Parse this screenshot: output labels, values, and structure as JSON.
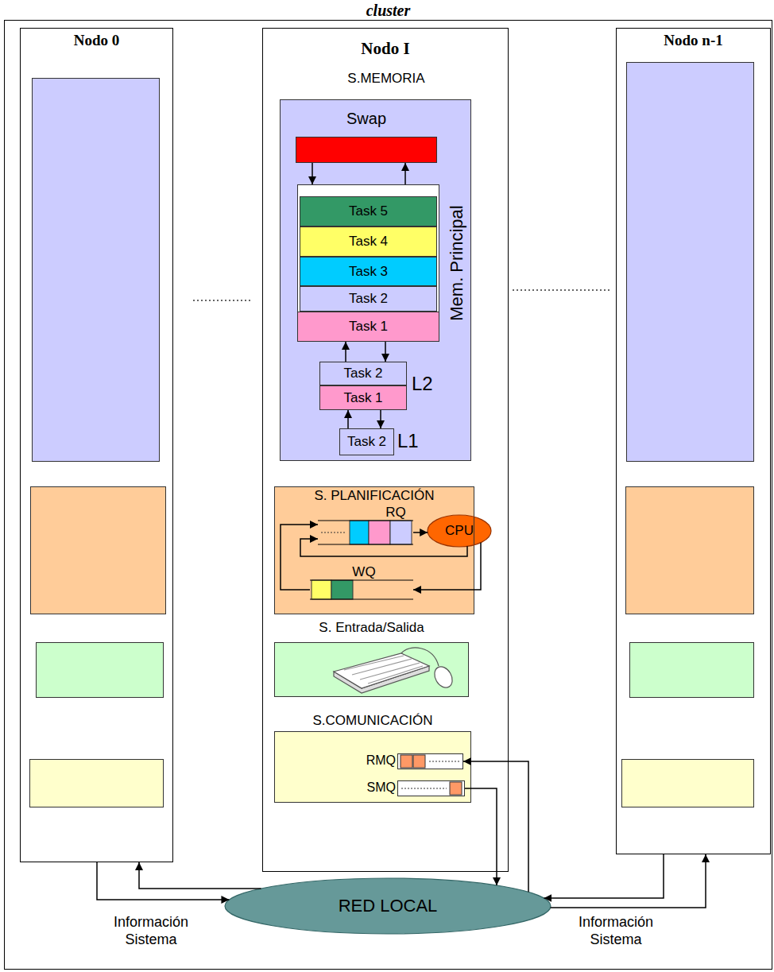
{
  "diagram": {
    "nodes": [
      {
        "text": [
          "cluster"
        ]
      },
      {
        "text": [
          "Nodo 0"
        ],
        "in": 0
      },
      {
        "text": [
          "Nodo I"
        ],
        "in": 0
      },
      {
        "text": [
          "S.MEMORIA"
        ],
        "in": 2
      },
      {
        "text": [
          "Swap"
        ],
        "in": 3
      },
      {
        "text": [
          "Mem. Principal"
        ],
        "in": 3
      },
      {
        "text": [
          "Task 5"
        ],
        "in": 5
      },
      {
        "text": [
          "Task 4"
        ],
        "in": 5
      },
      {
        "text": [
          "Task 3"
        ],
        "in": 5
      },
      {
        "text": [
          "Task 2"
        ],
        "in": 5
      },
      {
        "text": [
          "Task 1"
        ],
        "in": 5
      },
      {
        "text": [
          "L2"
        ],
        "in": 3
      },
      {
        "text": [
          "Task 2"
        ],
        "in": 11
      },
      {
        "text": [
          "Task 1"
        ],
        "in": 11
      },
      {
        "text": [
          "L1"
        ],
        "in": 3
      },
      {
        "text": [
          "Task 2"
        ],
        "in": 14
      },
      {
        "text": [
          "S. PLANIFICACIÓN"
        ],
        "in": 2
      },
      {
        "text": [
          "RQ"
        ],
        "in": 16
      },
      {
        "text": [
          "CPU"
        ],
        "in": 16
      },
      {
        "text": [
          "WQ"
        ],
        "in": 16
      },
      {
        "text": [
          "S. Entrada/Salida"
        ],
        "in": 2
      },
      {
        "text": [
          "S.COMUNICACIÓN"
        ],
        "in": 2
      },
      {
        "text": [
          "RMQ"
        ],
        "in": 21
      },
      {
        "text": [
          "SMQ"
        ],
        "in": 21
      },
      {
        "text": [
          "Nodo n-1"
        ],
        "in": 0
      },
      {
        "text": [
          "RED LOCAL"
        ],
        "in": 0
      }
    ],
    "edges": [
      {
        "from": 4,
        "to": 5,
        "arrow": "to"
      },
      {
        "from": 5,
        "to": 4,
        "arrow": "to"
      },
      {
        "from": 11,
        "to": 5,
        "arrow": "to"
      },
      {
        "from": 5,
        "to": 11,
        "arrow": "to"
      },
      {
        "from": 14,
        "to": 11,
        "arrow": "to"
      },
      {
        "from": 11,
        "to": 14,
        "arrow": "to"
      },
      {
        "from": 17,
        "to": 18,
        "arrow": "to"
      },
      {
        "from": 18,
        "to": 17,
        "arrow": "to"
      },
      {
        "from": 18,
        "to": 19,
        "arrow": "to"
      },
      {
        "from": 19,
        "to": 17,
        "arrow": "to"
      },
      {
        "from": 23,
        "to": 25,
        "arrow": "to"
      },
      {
        "from": 25,
        "to": 22,
        "arrow": "to"
      },
      {
        "from": 1,
        "to": 25,
        "arrow": "to"
      },
      {
        "from": 25,
        "to": 1,
        "arrow": "to"
      },
      {
        "from": 24,
        "to": 25,
        "arrow": "to"
      },
      {
        "from": 25,
        "to": 24,
        "arrow": "to"
      }
    ],
    "labels": [
      "Información Sistema",
      "Información Sistema"
    ]
  }
}
